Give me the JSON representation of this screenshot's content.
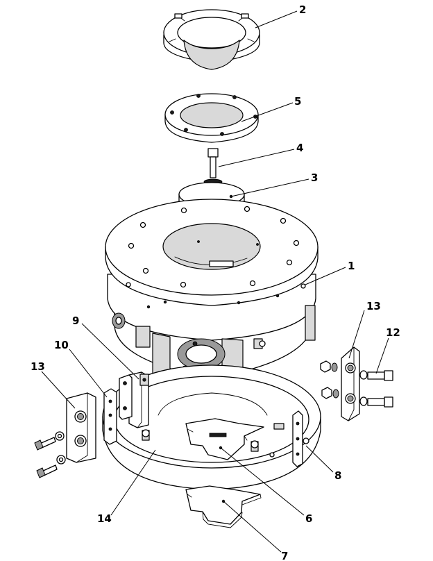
{
  "callouts": [
    {
      "id": "c1",
      "label": "1"
    },
    {
      "id": "c2",
      "label": "2"
    },
    {
      "id": "c3",
      "label": "3"
    },
    {
      "id": "c4",
      "label": "4"
    },
    {
      "id": "c5",
      "label": "5"
    },
    {
      "id": "c6",
      "label": "6"
    },
    {
      "id": "c7",
      "label": "7"
    },
    {
      "id": "c8",
      "label": "8"
    },
    {
      "id": "c9",
      "label": "9"
    },
    {
      "id": "c10",
      "label": "10"
    },
    {
      "id": "c12",
      "label": "12"
    },
    {
      "id": "c13a",
      "label": "13"
    },
    {
      "id": "c13b",
      "label": "13"
    },
    {
      "id": "c14",
      "label": "14"
    }
  ]
}
